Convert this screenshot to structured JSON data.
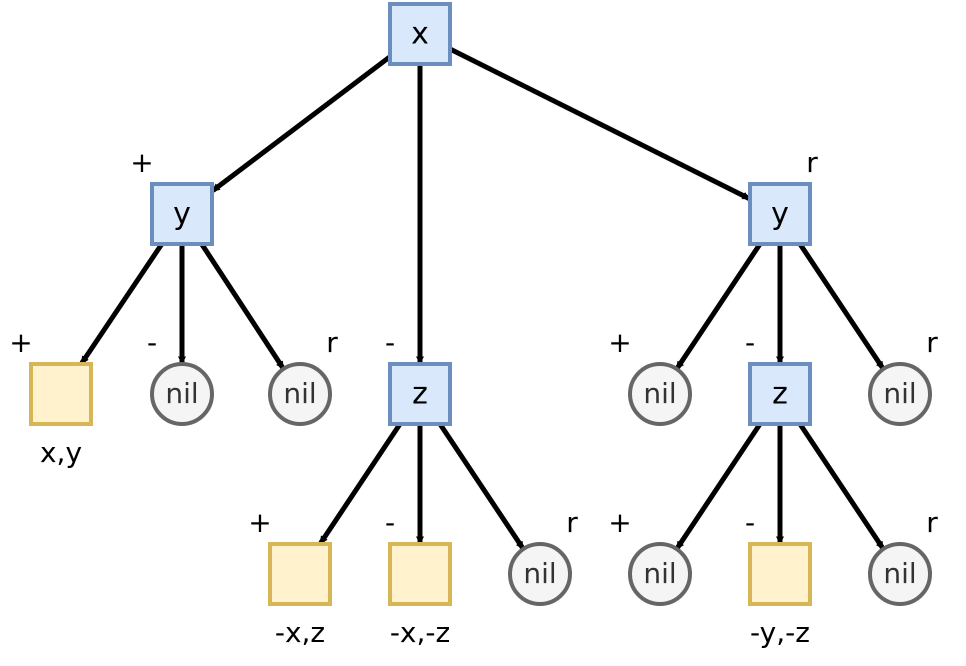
{
  "colors": {
    "var_fill": "#dae8fc",
    "var_stroke": "#6c8ebf",
    "leaf_fill": "#fff2cc",
    "leaf_stroke": "#d6b656",
    "nil_fill": "#f5f5f5",
    "nil_stroke": "#666666",
    "edge": "#000000"
  },
  "nodes": {
    "root": {
      "kind": "var",
      "label": "x"
    },
    "y1": {
      "kind": "var",
      "label": "y"
    },
    "z1": {
      "kind": "var",
      "label": "z"
    },
    "y2": {
      "kind": "var",
      "label": "y"
    },
    "leaf1": {
      "kind": "leaf",
      "caption": "x,y"
    },
    "nil1": {
      "kind": "nil",
      "label": "nil"
    },
    "nil2": {
      "kind": "nil",
      "label": "nil"
    },
    "leaf2": {
      "kind": "leaf",
      "caption": "-x,z"
    },
    "leaf3": {
      "kind": "leaf",
      "caption": "-x,-z"
    },
    "nil3": {
      "kind": "nil",
      "label": "nil"
    },
    "nil4": {
      "kind": "nil",
      "label": "nil"
    },
    "z2": {
      "kind": "var",
      "label": "z"
    },
    "nil5": {
      "kind": "nil",
      "label": "nil"
    },
    "nil6": {
      "kind": "nil",
      "label": "nil"
    },
    "leaf4": {
      "kind": "leaf",
      "caption": "-y,-z"
    },
    "nil7": {
      "kind": "nil",
      "label": "nil"
    }
  },
  "edges": [
    {
      "from": "root",
      "to": "y1",
      "label": "+"
    },
    {
      "from": "root",
      "to": "z1",
      "label": "-"
    },
    {
      "from": "root",
      "to": "y2",
      "label": "r"
    },
    {
      "from": "y1",
      "to": "leaf1",
      "label": "+"
    },
    {
      "from": "y1",
      "to": "nil1",
      "label": "-"
    },
    {
      "from": "y1",
      "to": "nil2",
      "label": "r"
    },
    {
      "from": "z1",
      "to": "leaf2",
      "label": "+"
    },
    {
      "from": "z1",
      "to": "leaf3",
      "label": "-"
    },
    {
      "from": "z1",
      "to": "nil3",
      "label": "r"
    },
    {
      "from": "y2",
      "to": "nil4",
      "label": "+"
    },
    {
      "from": "y2",
      "to": "z2",
      "label": "-"
    },
    {
      "from": "y2",
      "to": "nil5",
      "label": "r"
    },
    {
      "from": "z2",
      "to": "nil6",
      "label": "+"
    },
    {
      "from": "z2",
      "to": "leaf4",
      "label": "-"
    },
    {
      "from": "z2",
      "to": "nil7",
      "label": "r"
    }
  ]
}
